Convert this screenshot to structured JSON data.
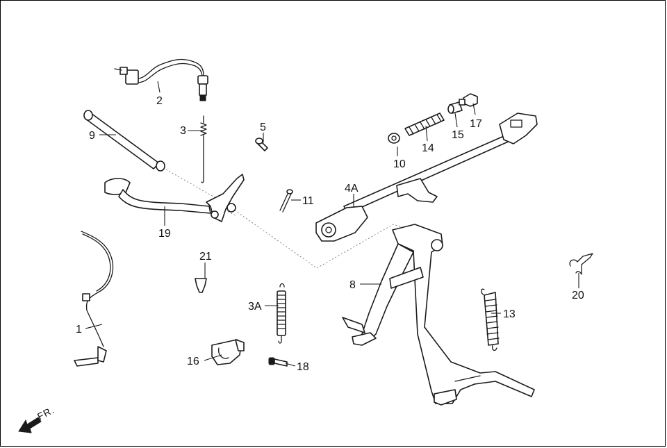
{
  "diagram": {
    "direction_label": "FR.",
    "callouts": {
      "p1": "1",
      "p2": "2",
      "p3": "3",
      "p3a": "3A",
      "p4a": "4A",
      "p5": "5",
      "p8": "8",
      "p9": "9",
      "p10": "10",
      "p11": "11",
      "p13": "13",
      "p14": "14",
      "p15": "15",
      "p16": "16",
      "p17": "17",
      "p18": "18",
      "p19": "19",
      "p20": "20",
      "p21": "21"
    }
  }
}
